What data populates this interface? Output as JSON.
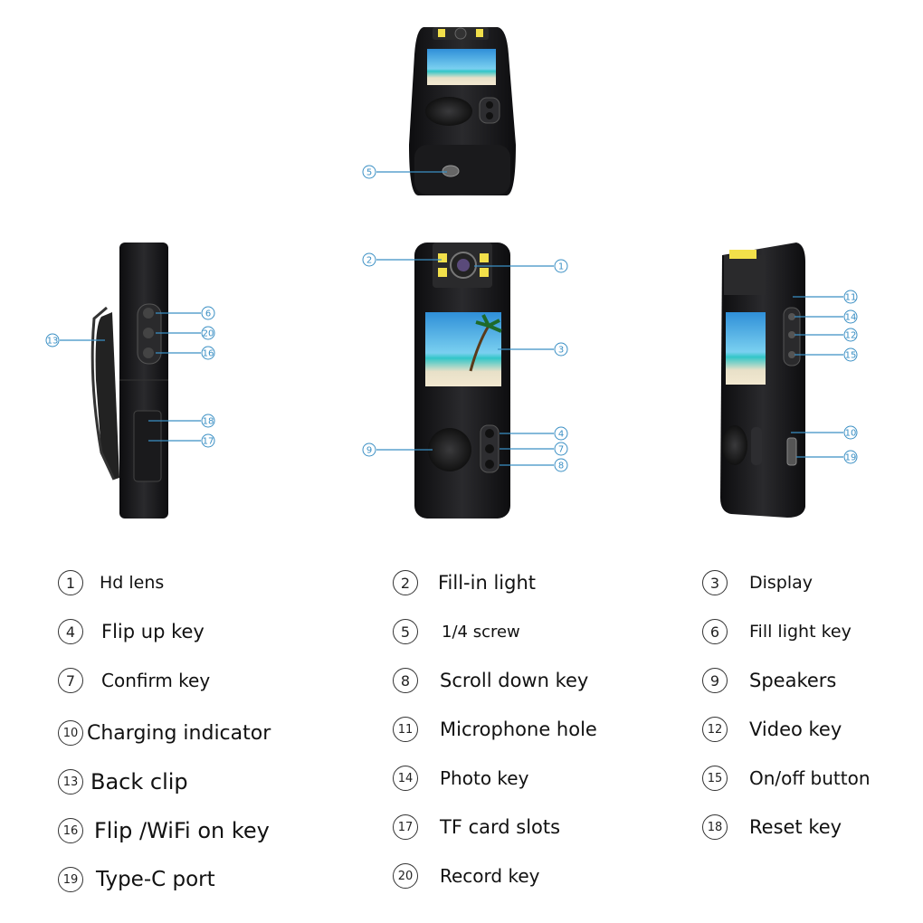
{
  "callouts": [
    "1",
    "2",
    "3",
    "4",
    "5",
    "6",
    "7",
    "8",
    "9",
    "10",
    "11",
    "12",
    "13",
    "14",
    "15",
    "16",
    "17",
    "18",
    "19",
    "20"
  ],
  "legend": [
    {
      "num": "1",
      "label": "Hd lens"
    },
    {
      "num": "2",
      "label": "Fill-in light"
    },
    {
      "num": "3",
      "label": "Display"
    },
    {
      "num": "4",
      "label": "Flip up key"
    },
    {
      "num": "5",
      "label": "1/4 screw"
    },
    {
      "num": "6",
      "label": "Fill light key"
    },
    {
      "num": "7",
      "label": "Confirm key"
    },
    {
      "num": "8",
      "label": "Scroll down key"
    },
    {
      "num": "9",
      "label": "Speakers"
    },
    {
      "num": "10",
      "label": "Charging indicator"
    },
    {
      "num": "11",
      "label": "Microphone hole"
    },
    {
      "num": "12",
      "label": "Video key"
    },
    {
      "num": "13",
      "label": "Back clip"
    },
    {
      "num": "14",
      "label": "Photo key"
    },
    {
      "num": "15",
      "label": "On/off button"
    },
    {
      "num": "16",
      "label": "Flip /WiFi on key"
    },
    {
      "num": "17",
      "label": "TF card slots"
    },
    {
      "num": "18",
      "label": "Reset key"
    },
    {
      "num": "19",
      "label": "Type-C port"
    },
    {
      "num": "20",
      "label": "Record key"
    }
  ],
  "colors": {
    "callout": "#3a8fc4",
    "device": "#1c1c1e",
    "screen_sky": "#3aa3dd",
    "screen_sea": "#2fc4c9",
    "led": "#f2e04a"
  }
}
